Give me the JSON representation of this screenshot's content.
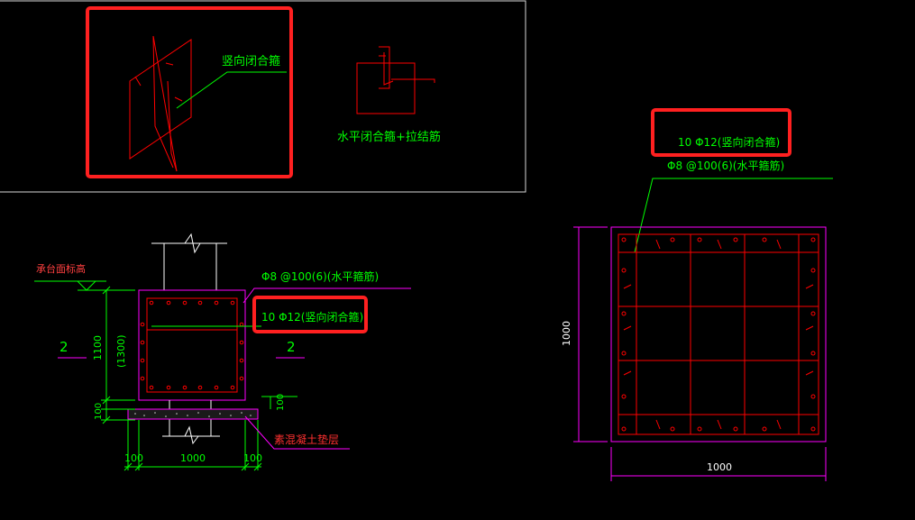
{
  "colors": {
    "background": "#000000",
    "frame": "#d8d8d8",
    "rebar": "#ff0000",
    "green": "#00ff00",
    "magenta": "#ff00ff",
    "dim_green": "#00ff00",
    "highlight": "#ff2020",
    "white": "#ffffff"
  },
  "detail": {
    "vertical_hoop_label": "竖向闭合箍",
    "horizontal_label": "水平闭合箍+拉结筋"
  },
  "section": {
    "top_elev_label": "承台面标高",
    "horiz_rebar_note": "Φ8 @100(6)(水平箍筋)",
    "vert_rebar_note": "10 Φ12(竖向闭合箍)",
    "cut_left": "2",
    "cut_right": "2",
    "dim_height": "1100",
    "dim_height_alt": "(1300)",
    "dim_bottom_left": "100",
    "dim_right_small": "100",
    "dim_base_left": "100",
    "dim_base_mid": "1000",
    "dim_base_right": "100",
    "concrete_pad_label": "素混凝土垫层"
  },
  "plan": {
    "vert_rebar_note": "10 Φ12(竖向闭合箍)",
    "horiz_rebar_note": "Φ8 @100(6)(水平箍筋)",
    "dim_side": "1000",
    "dim_bottom": "1000"
  }
}
